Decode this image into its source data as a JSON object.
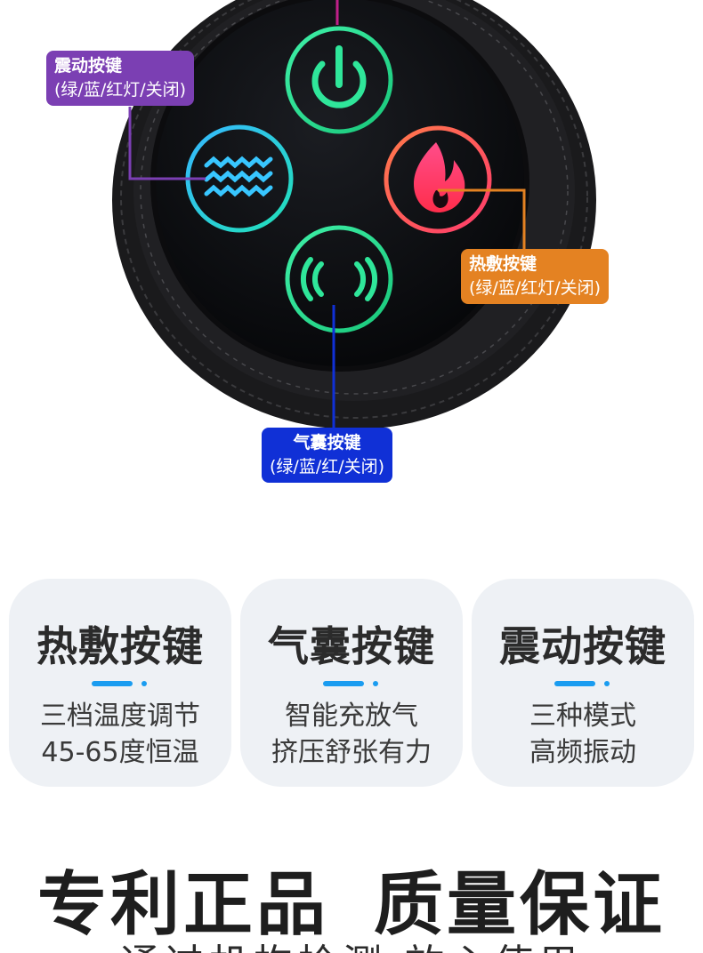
{
  "callouts": {
    "vibration": {
      "title": "震动按键",
      "subtitle": "(绿/蓝/红灯/关闭)"
    },
    "heat": {
      "title": "热敷按键",
      "subtitle": "(绿/蓝/红灯/关闭)"
    },
    "airbag": {
      "title": "气囊按键",
      "subtitle": "(绿/蓝/红/关闭)"
    }
  },
  "callout_colors": {
    "vibration": "#7b3fb3",
    "heat": "#e48222",
    "airbag": "#1030d6",
    "power": "#c0208a"
  },
  "device_buttons": [
    {
      "icon": "power-icon"
    },
    {
      "icon": "wave-icon"
    },
    {
      "icon": "flame-icon"
    },
    {
      "icon": "airbag-icon"
    }
  ],
  "cards": [
    {
      "title": "热敷按键",
      "line1": "三档温度调节",
      "line2": "45-65度恒温"
    },
    {
      "title": "气囊按键",
      "line1": "智能充放气",
      "line2": "挤压舒张有力"
    },
    {
      "title": "震动按键",
      "line1": "三种模式",
      "line2": "高频振动"
    }
  ],
  "accent_color": "#1a9cf0",
  "slogan": {
    "left": "专利正品",
    "right": "质量保证"
  },
  "subline": "通过机构检测 放心使用"
}
